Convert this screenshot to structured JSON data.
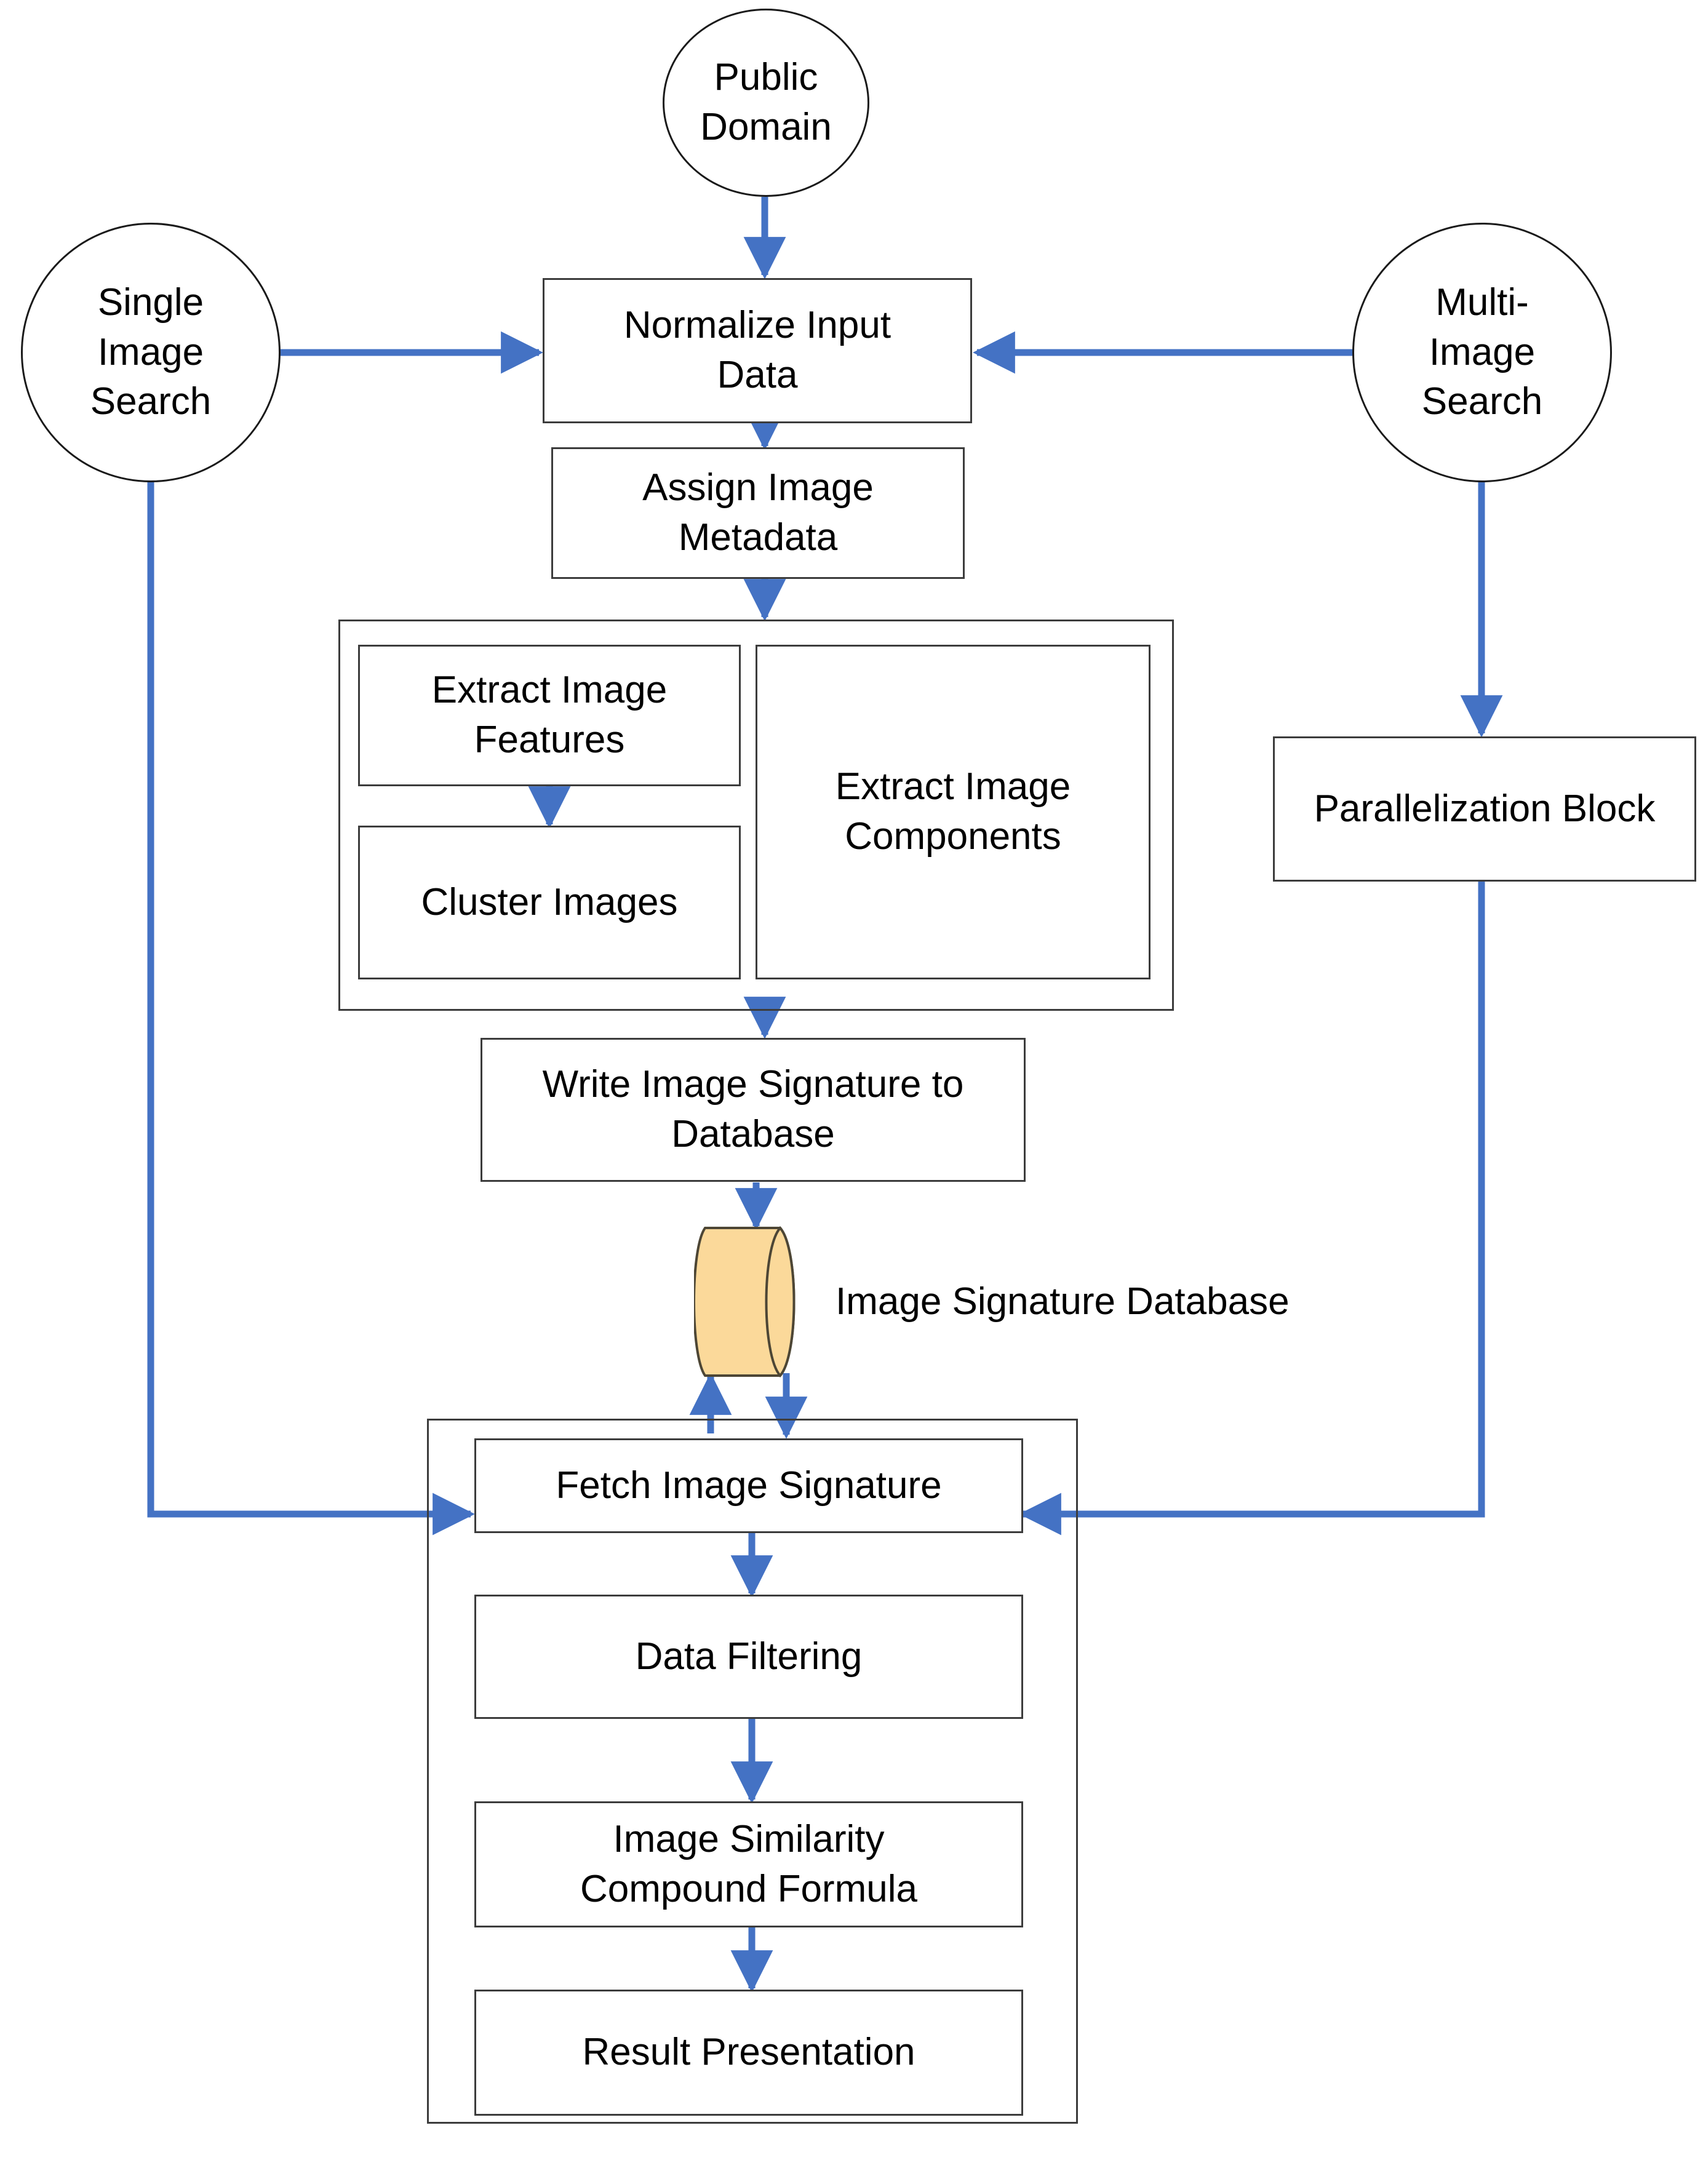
{
  "diagram": {
    "title": "Image Search Pipeline Flowchart",
    "colors": {
      "arrow": "#4472C4",
      "box_border": "#3c3c3c",
      "circle_border": "#1a1a1a",
      "database_fill": "#FBD99A",
      "database_stroke": "#4d4635",
      "background": "#ffffff",
      "text": "#000000"
    },
    "inputs": [
      {
        "id": "public-domain",
        "label": "Public\nDomain",
        "shape": "circle"
      },
      {
        "id": "single-image-search",
        "label": "Single\nImage\nSearch",
        "shape": "circle"
      },
      {
        "id": "multi-image-search",
        "label": "Multi-\nImage\nSearch",
        "shape": "circle"
      }
    ],
    "process_nodes": [
      {
        "id": "normalize-input-data",
        "label": "Normalize Input\nData",
        "shape": "rect"
      },
      {
        "id": "assign-image-metadata",
        "label": "Assign Image\nMetadata",
        "shape": "rect"
      },
      {
        "id": "extract-image-features",
        "label": "Extract Image\nFeatures",
        "shape": "rect"
      },
      {
        "id": "cluster-images",
        "label": "Cluster Images",
        "shape": "rect"
      },
      {
        "id": "extract-image-components",
        "label": "Extract Image\nComponents",
        "shape": "rect"
      },
      {
        "id": "write-image-signature-to-database",
        "label": "Write Image Signature to\nDatabase",
        "shape": "rect"
      },
      {
        "id": "parallelization-block",
        "label": "Parallelization Block",
        "shape": "rect"
      },
      {
        "id": "fetch-image-signature",
        "label": "Fetch Image Signature",
        "shape": "rect"
      },
      {
        "id": "data-filtering",
        "label": "Data Filtering",
        "shape": "rect"
      },
      {
        "id": "image-similarity-compound-formula",
        "label": "Image Similarity\nCompound Formula",
        "shape": "rect"
      },
      {
        "id": "result-presentation",
        "label": "Result Presentation",
        "shape": "rect"
      }
    ],
    "datastores": [
      {
        "id": "image-signature-database",
        "label": "Image Signature Database",
        "shape": "cylinder"
      }
    ],
    "containers": [
      {
        "id": "extraction-group",
        "label": ""
      },
      {
        "id": "search-group",
        "label": ""
      }
    ],
    "edges": [
      {
        "from": "public-domain",
        "to": "normalize-input-data",
        "direction": "down"
      },
      {
        "from": "single-image-search",
        "to": "normalize-input-data",
        "direction": "right"
      },
      {
        "from": "multi-image-search",
        "to": "normalize-input-data",
        "direction": "left"
      },
      {
        "from": "normalize-input-data",
        "to": "assign-image-metadata",
        "direction": "down"
      },
      {
        "from": "assign-image-metadata",
        "to": "extraction-group",
        "direction": "down"
      },
      {
        "from": "extract-image-features",
        "to": "cluster-images",
        "direction": "down"
      },
      {
        "from": "extraction-group",
        "to": "write-image-signature-to-database",
        "direction": "down"
      },
      {
        "from": "write-image-signature-to-database",
        "to": "image-signature-database",
        "direction": "down"
      },
      {
        "from": "multi-image-search",
        "to": "parallelization-block",
        "direction": "down"
      },
      {
        "from": "parallelization-block",
        "to": "fetch-image-signature",
        "direction": "left"
      },
      {
        "from": "single-image-search",
        "to": "fetch-image-signature",
        "direction": "right"
      },
      {
        "from": "fetch-image-signature",
        "to": "image-signature-database",
        "direction": "up"
      },
      {
        "from": "image-signature-database",
        "to": "fetch-image-signature",
        "direction": "down"
      },
      {
        "from": "fetch-image-signature",
        "to": "data-filtering",
        "direction": "down"
      },
      {
        "from": "data-filtering",
        "to": "image-similarity-compound-formula",
        "direction": "down"
      },
      {
        "from": "image-similarity-compound-formula",
        "to": "result-presentation",
        "direction": "down"
      }
    ]
  },
  "labels": {
    "public_domain_l1": "Public",
    "public_domain_l2": "Domain",
    "single_l1": "Single",
    "single_l2": "Image",
    "single_l3": "Search",
    "multi_l1": "Multi-",
    "multi_l2": "Image",
    "multi_l3": "Search",
    "normalize_l1": "Normalize Input",
    "normalize_l2": "Data",
    "assign_l1": "Assign Image",
    "assign_l2": "Metadata",
    "features_l1": "Extract Image",
    "features_l2": "Features",
    "cluster": "Cluster Images",
    "components_l1": "Extract Image",
    "components_l2": "Components",
    "write_l1": "Write Image Signature to",
    "write_l2": "Database",
    "parallelization": "Parallelization Block",
    "database_caption": "Image Signature Database",
    "fetch": "Fetch Image Signature",
    "filtering": "Data Filtering",
    "similarity_l1": "Image Similarity",
    "similarity_l2": "Compound Formula",
    "result": "Result Presentation"
  }
}
